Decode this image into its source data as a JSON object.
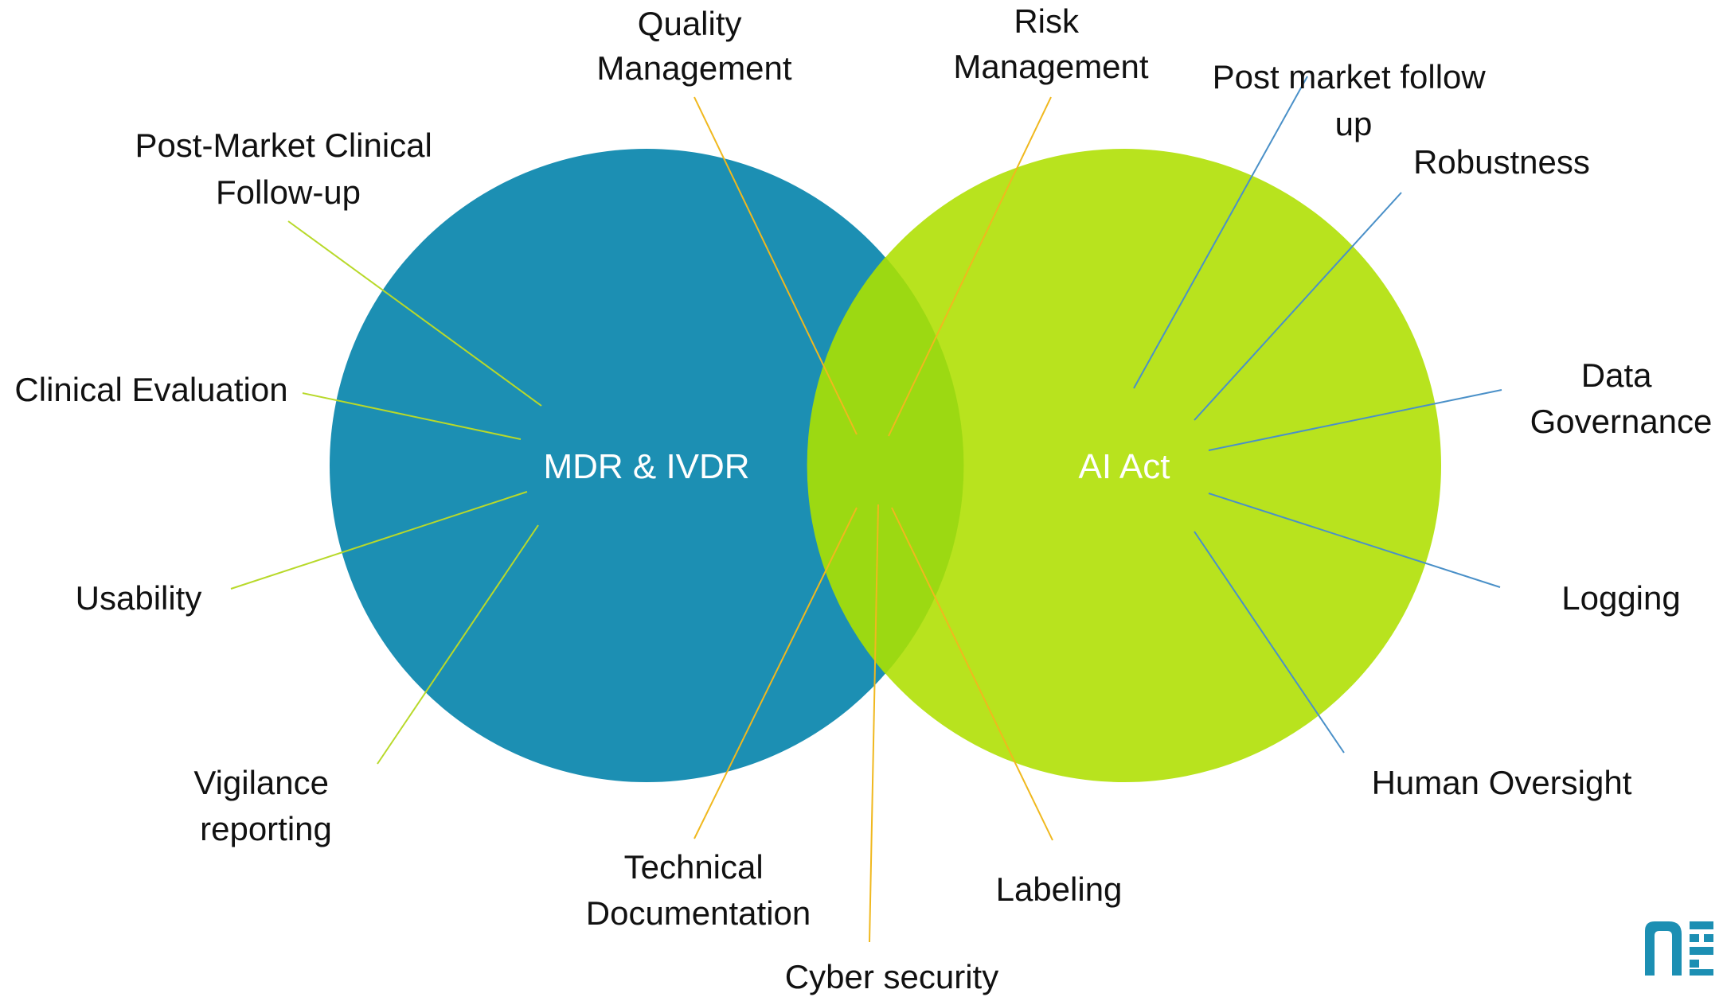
{
  "diagram": {
    "circles": [
      {
        "id": "mdr",
        "label": "MDR & IVDR",
        "color": "#1c8fb3"
      },
      {
        "id": "ai",
        "label": "AI Act",
        "color": "#b8e31e"
      }
    ],
    "overlap_color": "#9cd912",
    "connector_colors": {
      "mdr": "#b8d92a",
      "shared": "#f0b81e",
      "ai": "#4a90c8"
    },
    "labels": {
      "post_market_clinical": [
        "Post-Market Clinical",
        "Follow-up"
      ],
      "clinical_evaluation": [
        "Clinical Evaluation"
      ],
      "usability": [
        "Usability"
      ],
      "vigilance": [
        "Vigilance",
        "reporting"
      ],
      "quality_management": [
        "Quality",
        "Management"
      ],
      "risk_management": [
        "Risk",
        "Management"
      ],
      "technical_documentation": [
        "Technical",
        "Documentation"
      ],
      "cyber_security": [
        "Cyber security"
      ],
      "labeling": [
        "Labeling"
      ],
      "post_market_follow_up": [
        "Post market follow",
        "up"
      ],
      "robustness": [
        "Robustness"
      ],
      "data_governance": [
        "Data",
        "Governance"
      ],
      "logging": [
        "Logging"
      ],
      "human_oversight": [
        "Human Oversight"
      ]
    },
    "logo": {
      "icon": "ne-logo-icon",
      "color": "#1c8fb3"
    }
  }
}
